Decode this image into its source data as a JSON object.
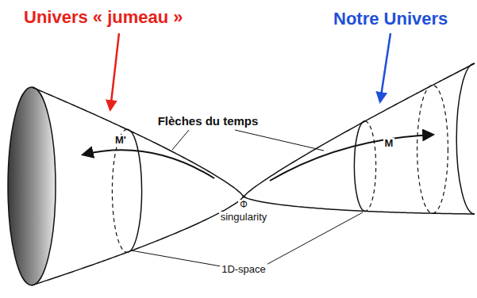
{
  "diagram": {
    "labels": [
      "Univers « jumeau »",
      "Notre Univers",
      "Flèches du temps",
      "M'",
      "M",
      "Φ",
      "singularity",
      "1D-space"
    ]
  }
}
